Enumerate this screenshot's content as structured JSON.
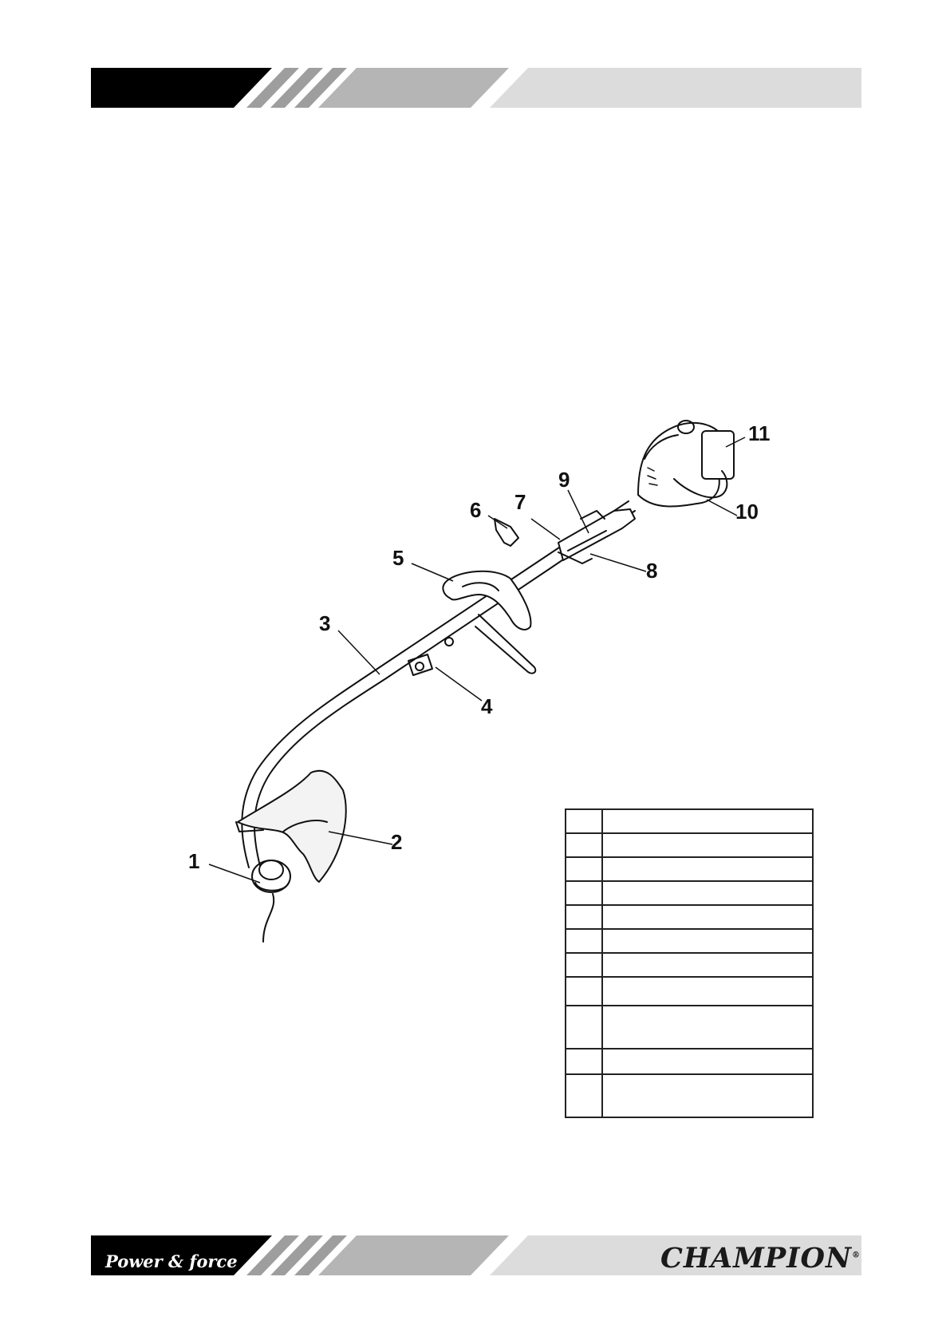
{
  "footer": {
    "slogan": "Power & force",
    "logo_text": "CHAMPION",
    "logo_mark": "®"
  },
  "diagram": {
    "callouts": [
      {
        "id": "c1",
        "label": "1"
      },
      {
        "id": "c2",
        "label": "2"
      },
      {
        "id": "c3",
        "label": "3"
      },
      {
        "id": "c4",
        "label": "4"
      },
      {
        "id": "c5",
        "label": "5"
      },
      {
        "id": "c6",
        "label": "6"
      },
      {
        "id": "c7",
        "label": "7"
      },
      {
        "id": "c8",
        "label": "8"
      },
      {
        "id": "c9",
        "label": "9"
      },
      {
        "id": "c10",
        "label": "10"
      },
      {
        "id": "c11",
        "label": "11"
      }
    ]
  },
  "parts_table": {
    "rows": [
      {
        "num": "",
        "desc": ""
      },
      {
        "num": "",
        "desc": ""
      },
      {
        "num": "",
        "desc": ""
      },
      {
        "num": "",
        "desc": ""
      },
      {
        "num": "",
        "desc": ""
      },
      {
        "num": "",
        "desc": ""
      },
      {
        "num": "",
        "desc": ""
      },
      {
        "num": "",
        "desc": ""
      },
      {
        "num": "",
        "desc": ""
      },
      {
        "num": "",
        "desc": ""
      },
      {
        "num": "",
        "desc": ""
      }
    ]
  },
  "colors": {
    "black": "#000000",
    "dark_gray": "#b3b3b3",
    "light_gray": "#dcdcdc"
  }
}
